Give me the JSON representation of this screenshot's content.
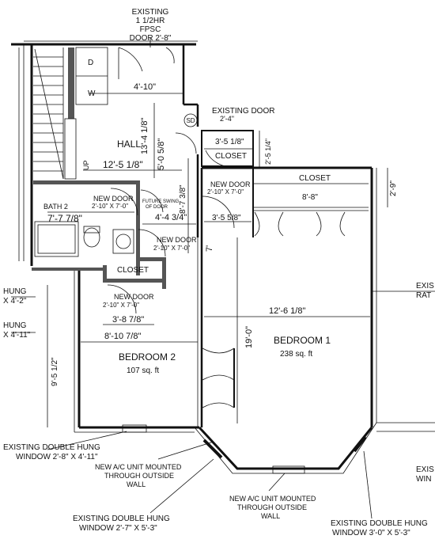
{
  "labels": {
    "existing_fpsc_door": [
      "EXISTING",
      "1 1/2HR",
      "FPSC",
      "DOOR 2'-8\""
    ],
    "washer": "W",
    "dryer": "D",
    "hall_width": "4'-10\"",
    "existing_door": [
      "EXISTING DOOR",
      "2'-4\""
    ],
    "smoke_detector": "SD",
    "hall": "HALL",
    "hall_dim_1": "13'-4 1/8\"",
    "hall_dim_2": "5'-0 5/8\"",
    "hall_length": "12'-5 1/8\"",
    "stair_up": "UP",
    "closet_small_dim": "3'-5 1/8\"",
    "closet_small": "CLOSET",
    "closet_small_depth": "2'-5 1/4\"",
    "new_door_hall": [
      "NEW DOOR",
      "2'-10\" X 7'-0\""
    ],
    "new_door_bath": [
      "NEW DOOR",
      "2'-10\" X 7'-0\""
    ],
    "bath2": "BATH 2",
    "bath2_dim": "7'-7 7/8\"",
    "future_swing": [
      "FUTURE SWING",
      "OF DOOR"
    ],
    "dim_8_7": "8'-7 3/8\"",
    "dim_4_4": "4'-4 3/4\"",
    "dim_3_5": "3'-5 5/8\"",
    "closet_b1": "CLOSET",
    "closet_b1_dim": "8'-8\"",
    "closet_b1_depth": "2'-9\"",
    "new_door_closet": [
      "NEW DOOR",
      "2'-10\" X 7'-0\""
    ],
    "dim_7": "7'",
    "closet_b2": "CLOSET",
    "new_door_bed2": [
      "NEW DOOR",
      "2'-10\" X 7'-0\""
    ],
    "dim_3_8": "3'-8 7/8\"",
    "dim_8_10": "8'-10 7/8\"",
    "bedroom2": "BEDROOM 2",
    "bedroom2_area": "107 sq. ft",
    "dim_9_5": "9'-5 1/2\"",
    "dim_12_6": "12'-6 1/8\"",
    "dim_19_0": "19'-0\"",
    "bedroom1": "BEDROOM 1",
    "bedroom1_area": "238 sq. ft",
    "left_hung_1": [
      "HUNG",
      "X 4'-2\""
    ],
    "left_hung_2": [
      "HUNG",
      "X 4'-11\""
    ],
    "right_existing": [
      "EXIS",
      "RAT"
    ],
    "right_bottom": [
      "EXIS",
      "WIN"
    ],
    "window_left": [
      "EXISTING DOUBLE HUNG",
      "WINDOW 2'-8\" X 4'-11\""
    ],
    "ac_unit_1": [
      "NEW A/C UNIT MOUNTED",
      "THROUGH OUTSIDE",
      "WALL"
    ],
    "ac_unit_2": [
      "NEW A/C UNIT MOUNTED",
      "THROUGH OUTSIDE",
      "WALL"
    ],
    "window_mid": [
      "EXISTING DOUBLE HUNG",
      "WINDOW 2'-7\" X 5'-3\""
    ],
    "window_right": [
      "EXISTING DOUBLE HUNG",
      "WINDOW 3'-0\" X 5'-3\""
    ]
  }
}
